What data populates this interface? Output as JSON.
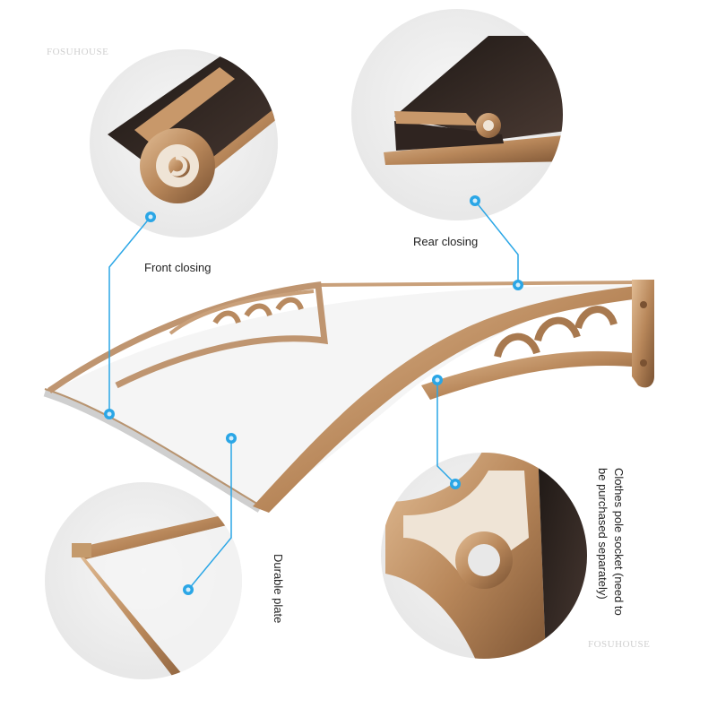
{
  "brand_watermark": "FOSUHOUSE",
  "brand_watermark_2": "FOSUHOUSE",
  "labels": {
    "front_closing": "Front closing",
    "rear_closing": "Rear closing",
    "durable_plate": "Durable plate",
    "clothes_socket_line1": "Clothes pole socket (need to",
    "clothes_socket_line2": "be purchased separately)"
  },
  "colors": {
    "bronze": "#b8875a",
    "bronze_dark": "#7a5232",
    "bronze_light": "#d9b48c",
    "panel_black": "#2a211d",
    "pointer_blue": "#2aa6e6",
    "circle_bg": "#f1f1f1"
  }
}
